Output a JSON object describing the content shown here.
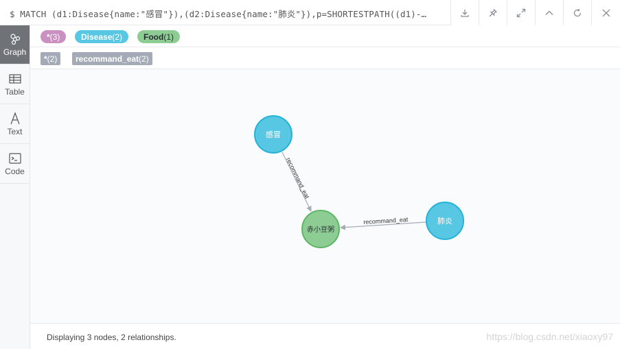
{
  "query": "$ MATCH (d1:Disease{name:\"感冒\"}),(d2:Disease{name:\"肺炎\"}),p=SHORTESTPATH((d1)-…",
  "toolbar": {
    "download_icon": "download-icon",
    "pin_icon": "pin-icon",
    "expand_icon": "expand-icon",
    "collapse_icon": "chevron-up-icon",
    "rerun_icon": "refresh-icon",
    "close_icon": "close-icon"
  },
  "sidebar": {
    "items": [
      {
        "label": "Graph",
        "icon": "graph-icon",
        "active": true
      },
      {
        "label": "Table",
        "icon": "table-icon",
        "active": false
      },
      {
        "label": "Text",
        "icon": "text-icon",
        "active": false
      },
      {
        "label": "Code",
        "icon": "code-icon",
        "active": false
      }
    ]
  },
  "node_labels": [
    {
      "name": "*",
      "count": "(3)",
      "color": "#c990c0"
    },
    {
      "name": "Disease",
      "count": "(2)",
      "color": "#57c7e3"
    },
    {
      "name": "Food",
      "count": "(1)",
      "color": "#8dcc93"
    }
  ],
  "relationship_types": [
    {
      "name": "*",
      "count": "(2)",
      "color": "#a5abb6"
    },
    {
      "name": "recommand_eat",
      "count": "(2)",
      "color": "#a5abb6"
    }
  ],
  "graph": {
    "nodes": [
      {
        "id": "n1",
        "label": "感冒",
        "fill": "#57c7e3",
        "stroke": "#23b3d7",
        "text_color": "#ffffff"
      },
      {
        "id": "n2",
        "label": "赤小豆粥",
        "fill": "#8dcc93",
        "stroke": "#5db665",
        "text_color": "#2a2c34"
      },
      {
        "id": "n3",
        "label": "肺炎",
        "fill": "#57c7e3",
        "stroke": "#23b3d7",
        "text_color": "#ffffff"
      }
    ],
    "relationships": [
      {
        "from": "n1",
        "to": "n2",
        "type": "recommand_eat"
      },
      {
        "from": "n3",
        "to": "n2",
        "type": "recommand_eat"
      }
    ]
  },
  "footer": {
    "status": "Displaying 3 nodes, 2 relationships.",
    "watermark": "https://blog.csdn.net/xiaoxy97"
  }
}
